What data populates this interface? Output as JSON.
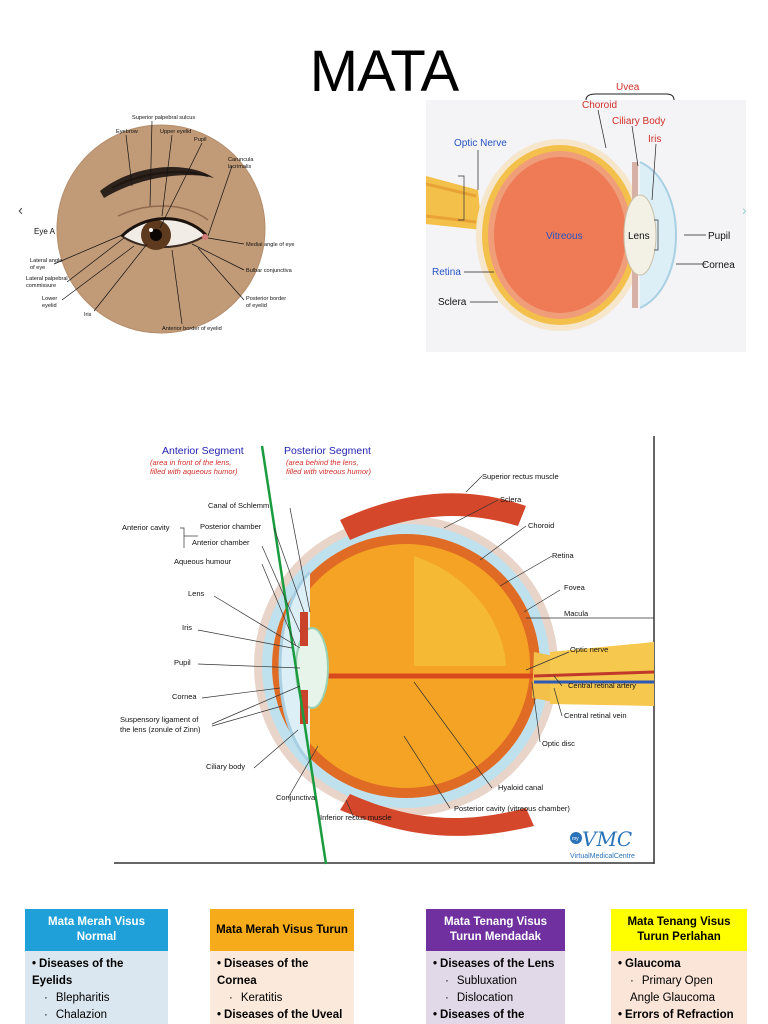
{
  "title": "MATA",
  "fig_external": {
    "caption": "Eye A",
    "labels": {
      "superior_palpebral_sulcus": "Superior palpebral sulcus",
      "eyebrow": "Eyebrow",
      "upper_eyelid": "Upper eyelid",
      "pupil": "Pupil",
      "caruncula_lacrimalis": [
        "Caruncula",
        "lacrimalis"
      ],
      "medial_angle": "Medial angle of eye",
      "bulbar_conjunctiva": "Bulbar conjunctiva",
      "posterior_border": [
        "Posterior border",
        "of eyelid"
      ],
      "anterior_border": "Anterior border of eyelid",
      "iris": "Iris",
      "lower_eyelid": [
        "Lower",
        "eyelid"
      ],
      "lateral_commissure": [
        "Lateral palpebral",
        "commissure"
      ],
      "lateral_angle": [
        "Lateral angle",
        "of eye"
      ]
    }
  },
  "fig_cross": {
    "uvea": "Uvea",
    "choroid": "Choroid",
    "ciliary_body": "Ciliary Body",
    "iris": "Iris",
    "optic_nerve": "Optic Nerve",
    "vitreous": "Vitreous",
    "lens": "Lens",
    "pupil": "Pupil",
    "cornea": "Cornea",
    "retina": "Retina",
    "sclera": "Sclera"
  },
  "fig_anatomy": {
    "anterior_segment": "Anterior Segment",
    "anterior_note": [
      "(area in front of the lens,",
      "filled with aqueous humor)"
    ],
    "posterior_segment": "Posterior Segment",
    "posterior_note": [
      "(area behind the lens,",
      "filled with vitreous humor)"
    ],
    "left_labels": {
      "canal": "Canal of Schlemm",
      "anterior_cavity": "Anterior cavity",
      "posterior_chamber": "Posterior chamber",
      "anterior_chamber": "Anterior chamber",
      "aqueous": "Aqueous humour",
      "lens": "Lens",
      "iris": "Iris",
      "pupil": "Pupil",
      "cornea": "Cornea",
      "suspensory": [
        "Suspensory ligament of",
        "the lens (zonule of Zinn)"
      ],
      "ciliary": "Ciliary body",
      "conjunctiva": "Conjunctiva",
      "inferior_rectus": "Inferior rectus muscle"
    },
    "right_labels": {
      "superior_rectus": "Superior rectus muscle",
      "sclera": "Sclera",
      "choroid": "Choroid",
      "retina": "Retina",
      "fovea": "Fovea",
      "macula": "Macula",
      "optic_nerve": "Optic nerve",
      "central_artery": "Central retinal artery",
      "central_vein": "Central retinal vein",
      "optic_disc": "Optic disc",
      "hyaloid": "Hyaloid canal",
      "posterior_cavity": "Posterior cavity (vitreous chamber)"
    },
    "logo_mark": "my",
    "logo_main": "VMC",
    "logo_text": "VirtualMedicalCentre"
  },
  "cards": [
    {
      "header": "Mata Merah Visus Normal",
      "header_bg": "#1fa0d8",
      "header_color": "#ffffff",
      "body_bg": "#dbe7f0",
      "items": [
        {
          "type": "main",
          "text": "Diseases of the Eyelids"
        },
        {
          "type": "sub",
          "text": "Blepharitis"
        },
        {
          "type": "sub",
          "text": "Chalazion"
        }
      ]
    },
    {
      "header": "Mata Merah Visus Turun",
      "header_bg": "#f6ab1a",
      "header_color": "#000000",
      "body_bg": "#fbe9dc",
      "items": [
        {
          "type": "main",
          "text": "Diseases of the Cornea"
        },
        {
          "type": "sub",
          "text": "Keratitis"
        },
        {
          "type": "main",
          "text": "Diseases of the Uveal"
        }
      ]
    },
    {
      "header": "Mata Tenang Visus Turun Mendadak",
      "header_bg": "#7030a0",
      "header_color": "#ffffff",
      "body_bg": "#e1d9e8",
      "items": [
        {
          "type": "main",
          "text": "Diseases of the Lens"
        },
        {
          "type": "sub",
          "text": "Subluxation"
        },
        {
          "type": "sub",
          "text": "Dislocation"
        },
        {
          "type": "main",
          "text": "Diseases of the"
        }
      ]
    },
    {
      "header": "Mata Tenang Visus Turun Perlahan",
      "header_bg": "#ffff00",
      "header_color": "#000000",
      "body_bg": "#fbe5d9",
      "items": [
        {
          "type": "main",
          "text": "Glaucoma"
        },
        {
          "type": "sub",
          "text": "Primary Open Angle Glaucoma"
        },
        {
          "type": "main",
          "text": "Errors of Refraction"
        }
      ]
    }
  ]
}
